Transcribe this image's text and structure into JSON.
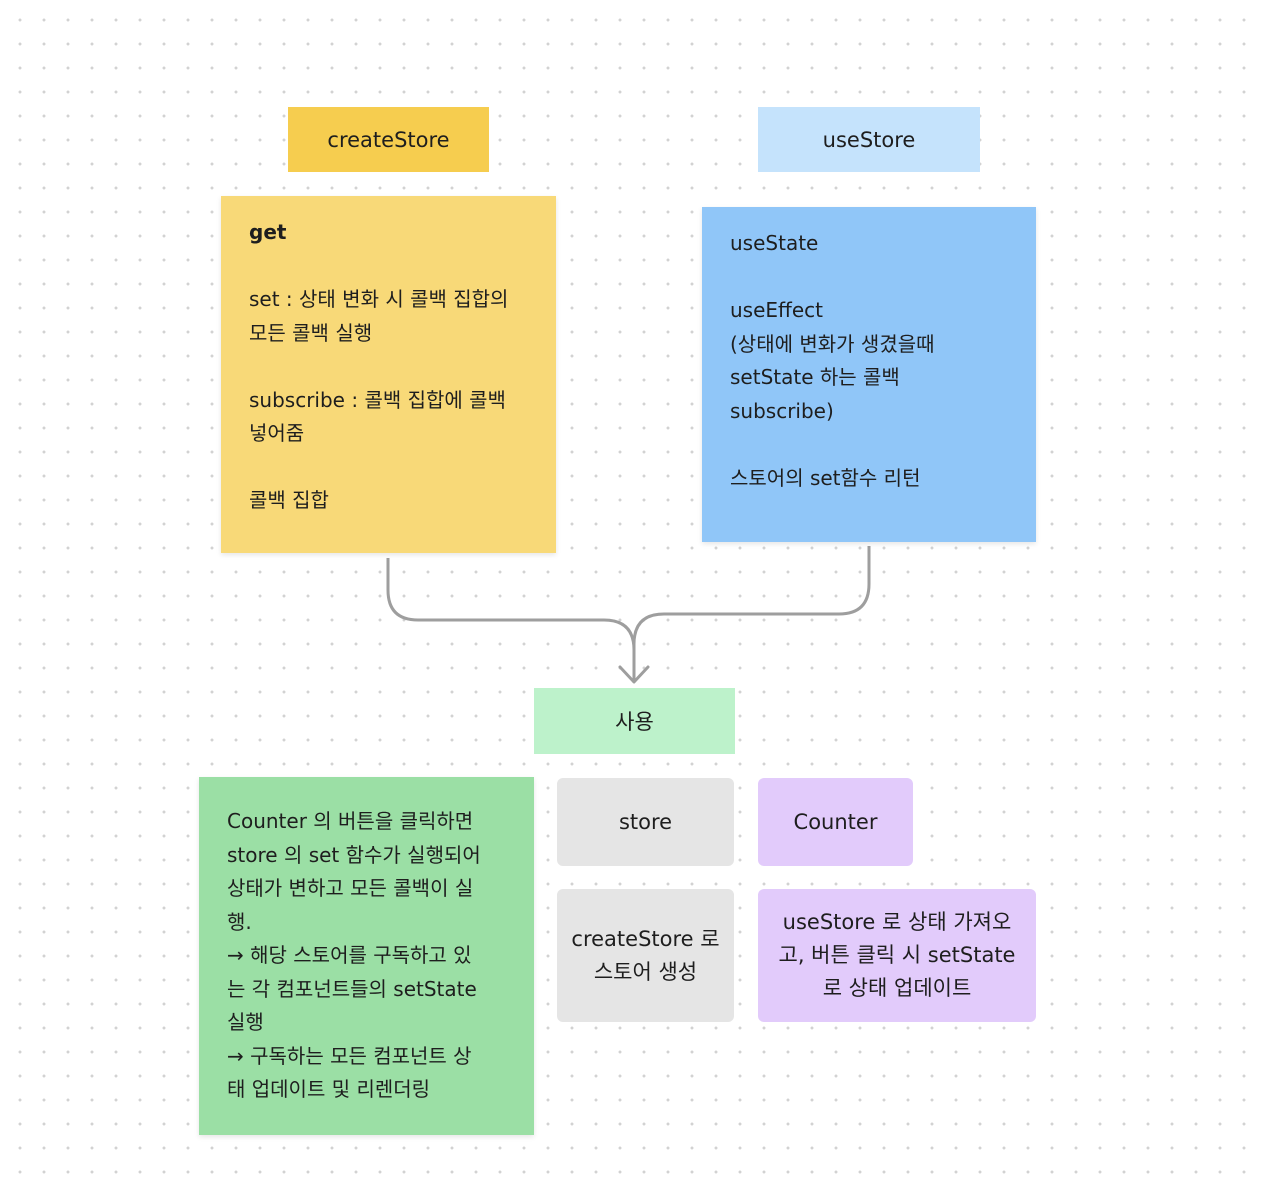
{
  "colors": {
    "yellow_title": "#F6CD4F",
    "yellow_note": "#F8D978",
    "blue_title": "#C5E3FC",
    "blue_note": "#90C6F8",
    "green_title": "#BDF2CB",
    "green_note": "#9BDFA5",
    "gray_card": "#E5E5E5",
    "purple_card": "#E2CBFB",
    "arrow": "#9E9E9E"
  },
  "create_store": {
    "title": "createStore",
    "lines": [
      "get",
      "set : 상태 변화 시 콜백 집합의\n모든 콜백 실행",
      "subscribe : 콜백 집합에 콜백\n넣어줌",
      "콜백 집합"
    ]
  },
  "use_store": {
    "title": "useStore",
    "lines": [
      "useState",
      "useEffect\n(상태에 변화가 생겼을때\nsetState 하는 콜백\nsubscribe)",
      "스토어의 set함수 리턴"
    ]
  },
  "usage": {
    "title": "사용",
    "note": "Counter 의 버튼을 클릭하면\nstore 의 set 함수가 실행되어\n상태가 변하고 모든 콜백이 실\n행.\n→ 해당 스토어를 구독하고 있\n는 각 컴포넌트들의 setState\n실행\n→ 구독하는 모든 컴포넌트 상\n태 업데이트 및 리렌더링",
    "store_label": "store",
    "store_desc": "createStore 로\n스토어 생성",
    "counter_label": "Counter",
    "counter_desc": "useStore 로 상태 가져오\n고, 버튼 클릭 시 setState\n로 상태 업데이트"
  }
}
